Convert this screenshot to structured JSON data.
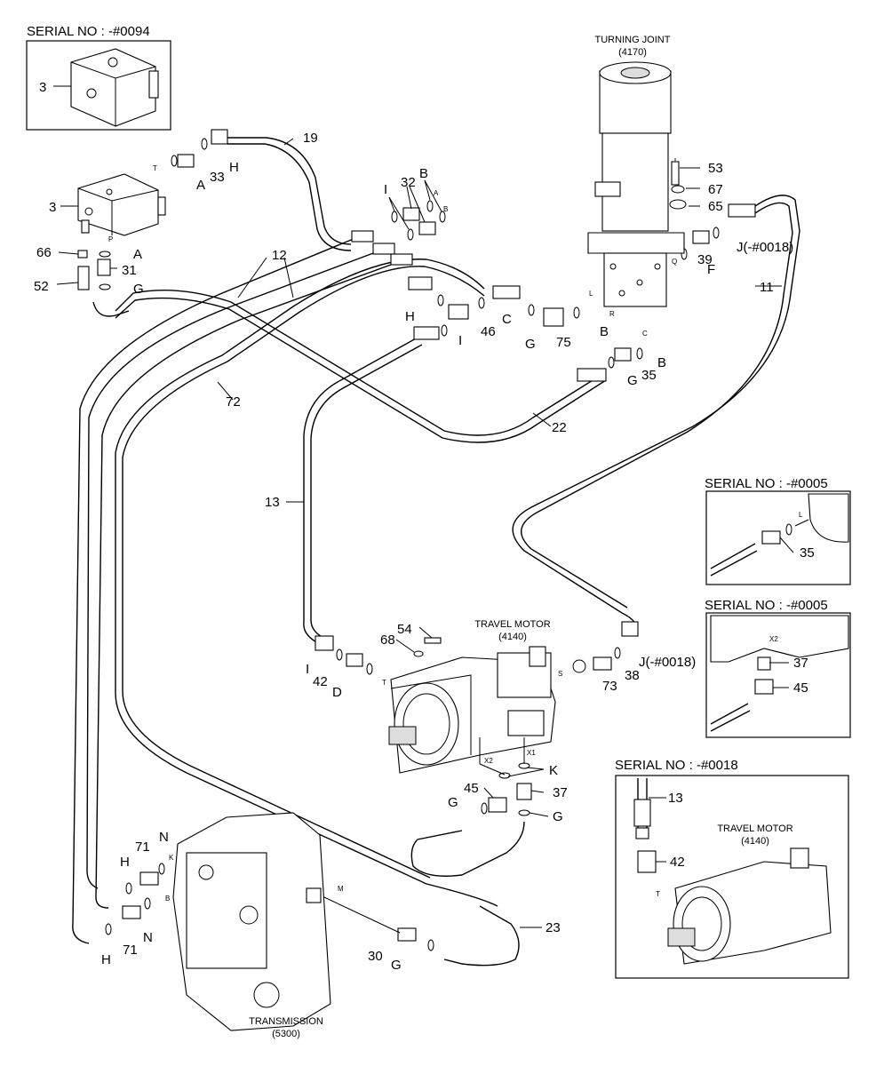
{
  "headings": {
    "turning_joint": "TURNING JOINT",
    "turning_joint_code": "(4170)",
    "travel_motor": "TRAVEL MOTOR",
    "travel_motor_code": "(4140)",
    "transmission": "TRANSMISSION",
    "transmission_code": "(5300)",
    "inset_travel_motor": "TRAVEL MOTOR",
    "inset_travel_motor_code": "(4140)"
  },
  "serial_boxes": {
    "top_left": "SERIAL NO : -#0094",
    "right_1": "SERIAL NO : -#0005",
    "right_2": "SERIAL NO : -#0005",
    "right_3": "SERIAL NO : -#0018"
  },
  "callouts": {
    "p3a": "3",
    "p3b": "3",
    "p11": "11",
    "p12": "12",
    "p13": "13",
    "p19": "19",
    "p22": "22",
    "p23": "23",
    "p30": "30",
    "p31": "31",
    "p32": "32",
    "p33": "33",
    "p35": "35",
    "p37": "37",
    "p38": "38",
    "p39": "39",
    "p42": "42",
    "p45": "45",
    "p46": "46",
    "p52": "52",
    "p53": "53",
    "p54": "54",
    "p65": "65",
    "p66": "66",
    "p67": "67",
    "p68": "68",
    "p71a": "71",
    "p71b": "71",
    "p72": "72",
    "p73": "73",
    "p75": "75",
    "in35": "35",
    "in37": "37",
    "in45": "45",
    "in13": "13",
    "in42": "42"
  },
  "letters": {
    "A1": "A",
    "A2": "A",
    "B1": "B",
    "B2": "B",
    "B3": "B",
    "C": "C",
    "D": "D",
    "F": "F",
    "G1": "G",
    "G2": "G",
    "G3": "G",
    "G4": "G",
    "G5": "G",
    "G6": "G",
    "H1": "H",
    "H2": "H",
    "H3": "H",
    "H4": "H",
    "I1": "I",
    "I2": "I",
    "I3": "I",
    "J1": "J(-#0018)",
    "J2": "J(-#0018)",
    "K": "K",
    "N1": "N",
    "N2": "N"
  },
  "port_marks": {
    "T1": "T",
    "P": "P",
    "A": "A",
    "B": "B",
    "L": "L",
    "R": "R",
    "Q": "Q",
    "C": "C",
    "T2": "T",
    "S": "S",
    "X1": "X1",
    "X2": "X2",
    "K": "K",
    "B2": "B",
    "M": "M",
    "inL": "L",
    "inX2": "X2",
    "inT": "T"
  }
}
